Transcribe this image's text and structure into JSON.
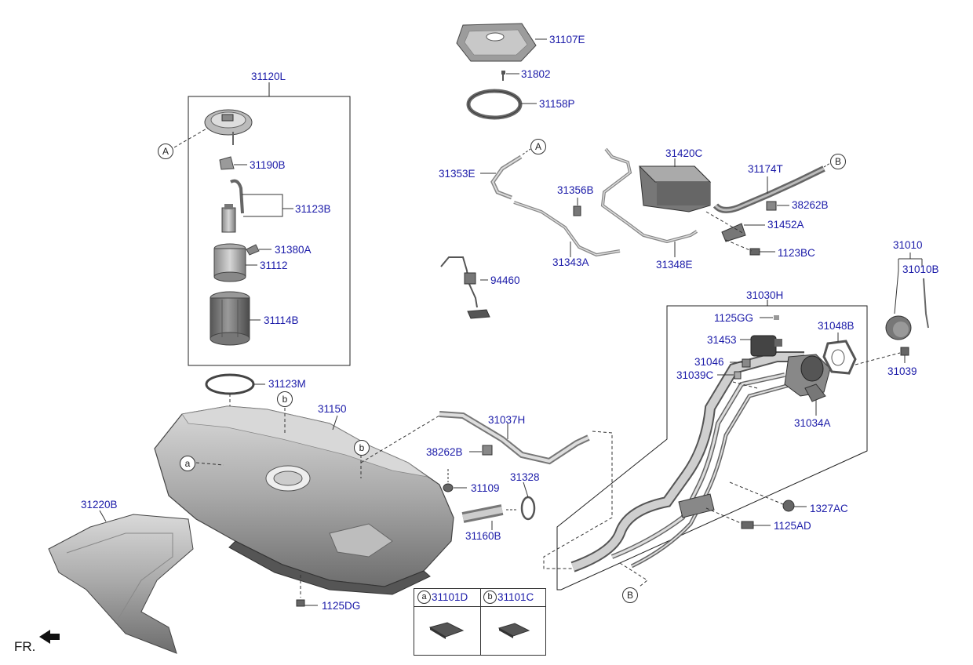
{
  "orientation_label": "FR.",
  "parts": [
    {
      "id": "p31107E",
      "text": "31107E"
    },
    {
      "id": "p31802",
      "text": "31802"
    },
    {
      "id": "p31158P",
      "text": "31158P"
    },
    {
      "id": "p31120L",
      "text": "31120L"
    },
    {
      "id": "p31190B",
      "text": "31190B"
    },
    {
      "id": "p31123B",
      "text": "31123B"
    },
    {
      "id": "p31380A",
      "text": "31380A"
    },
    {
      "id": "p31112",
      "text": "31112"
    },
    {
      "id": "p31114B",
      "text": "31114B"
    },
    {
      "id": "p31353E",
      "text": "31353E"
    },
    {
      "id": "p31356B",
      "text": "31356B"
    },
    {
      "id": "p31420C",
      "text": "31420C"
    },
    {
      "id": "p31174T",
      "text": "31174T"
    },
    {
      "id": "p38262B_top",
      "text": "38262B"
    },
    {
      "id": "p31452A",
      "text": "31452A"
    },
    {
      "id": "p1123BC",
      "text": "1123BC"
    },
    {
      "id": "p31343A",
      "text": "31343A"
    },
    {
      "id": "p31348E",
      "text": "31348E"
    },
    {
      "id": "p94460",
      "text": "94460"
    },
    {
      "id": "p31010",
      "text": "31010"
    },
    {
      "id": "p31010B",
      "text": "31010B"
    },
    {
      "id": "p31030H",
      "text": "31030H"
    },
    {
      "id": "p1125GG",
      "text": "1125GG"
    },
    {
      "id": "p31048B",
      "text": "31048B"
    },
    {
      "id": "p31453",
      "text": "31453"
    },
    {
      "id": "p31046",
      "text": "31046"
    },
    {
      "id": "p31039C",
      "text": "31039C"
    },
    {
      "id": "p31039",
      "text": "31039"
    },
    {
      "id": "p31034A",
      "text": "31034A"
    },
    {
      "id": "p31123M",
      "text": "31123M"
    },
    {
      "id": "p31150",
      "text": "31150"
    },
    {
      "id": "p31037H",
      "text": "31037H"
    },
    {
      "id": "p38262B_mid",
      "text": "38262B"
    },
    {
      "id": "p31109",
      "text": "31109"
    },
    {
      "id": "p31328",
      "text": "31328"
    },
    {
      "id": "p31160B",
      "text": "31160B"
    },
    {
      "id": "p31220B",
      "text": "31220B"
    },
    {
      "id": "p1327AC",
      "text": "1327AC"
    },
    {
      "id": "p1125AD",
      "text": "1125AD"
    },
    {
      "id": "p1125DG",
      "text": "1125DG"
    }
  ],
  "callouts": [
    {
      "id": "cA1",
      "text": "A"
    },
    {
      "id": "cA2",
      "text": "A"
    },
    {
      "id": "cB1",
      "text": "B"
    },
    {
      "id": "cB2",
      "text": "B"
    },
    {
      "id": "cb1",
      "text": "b"
    },
    {
      "id": "cb2",
      "text": "b"
    },
    {
      "id": "ca1",
      "text": "a"
    }
  ],
  "legend": {
    "left": {
      "marker": "a",
      "code": "31101D"
    },
    "right": {
      "marker": "b",
      "code": "31101C"
    }
  }
}
